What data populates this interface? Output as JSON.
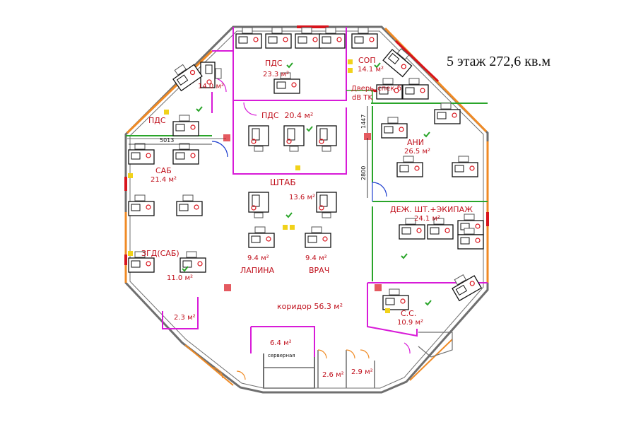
{
  "title": "5 этаж 272,6 кв.м",
  "rooms": {
    "pds1": {
      "name": "ПДС",
      "area": "23.3 м²"
    },
    "sop": {
      "name": "СОП",
      "area": "14.1 м²"
    },
    "room14": {
      "area": "14.0 м²"
    },
    "door_note": "Дверь_спек-б",
    "dbtk": "dB TK",
    "pds2": {
      "name": "ПДС",
      "area": "20.4 м²"
    },
    "pds3": {
      "name": "ПДС"
    },
    "ani": {
      "name": "АНИ",
      "area": "26.5 м²"
    },
    "sab": {
      "name": "САБ",
      "area": "21.4 м²"
    },
    "shtab": {
      "name": "ШТАБ",
      "area": "13.6 м²"
    },
    "dezh": {
      "name": "ДЕЖ. ШТ.+ЭКИПАЖ",
      "area": "24.1 м²"
    },
    "zgd": {
      "name": "ЗГД(САБ)",
      "area": "11.0 м²"
    },
    "lapina": {
      "name": "ЛАПИНА",
      "area": "9.4 м²"
    },
    "vrach": {
      "name": "ВРАЧ",
      "area": "9.4 м²"
    },
    "ss": {
      "name": "С.С.",
      "area": "10.9 м²"
    },
    "corridor": {
      "name": "коридор 56.3 м²"
    },
    "small23": {
      "area": "2.3 м²"
    },
    "server": {
      "name": "серверная",
      "area": "6.4 м²"
    },
    "small26": {
      "area": "2.6 м²"
    },
    "small29": {
      "area": "2.9 м²"
    }
  },
  "dimensions": {
    "d5013": "5013",
    "d1447": "1447",
    "d2800": "2800"
  },
  "colors": {
    "wall": "#6f6f6f",
    "partition_pink": "#d81bd8",
    "partition_green": "#2aa52a",
    "window_orange": "#f08a24",
    "accent_red": "#d8141c",
    "label_red": "#c0101c"
  }
}
